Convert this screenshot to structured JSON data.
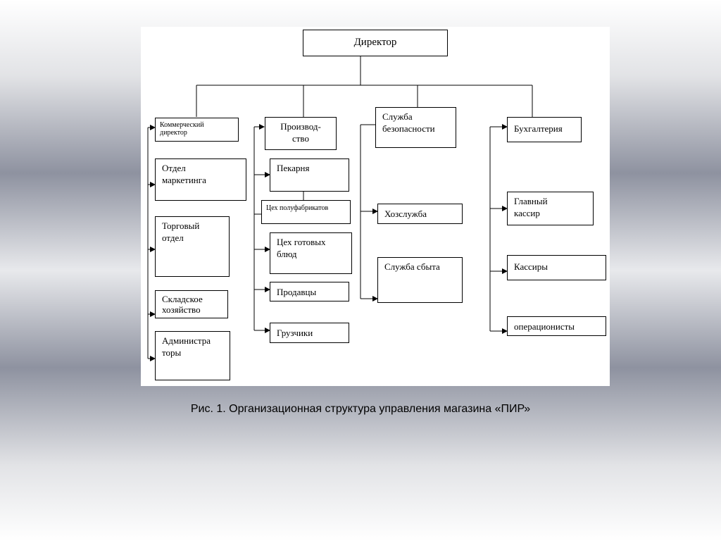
{
  "diagram": {
    "director": "Директор",
    "columns": [
      {
        "head": "Коммерческий\nдиректор",
        "items": [
          "Отдел\nмаркетинга",
          "Торговый\nотдел",
          "Складское\nхозяйство",
          "Администра\nторы"
        ]
      },
      {
        "head": "Производ-\nство",
        "items": [
          "Пекарня",
          "Цех полуфабрикатов",
          "Цех готовых\nблюд",
          "Продавцы",
          "Грузчики"
        ]
      },
      {
        "head": "Служба\nбезопасности",
        "items": [
          "Хозслужба",
          "Служба сбыта"
        ]
      },
      {
        "head": "Бухгалтерия",
        "items": [
          "Главный\nкассир",
          "Кассиры",
          "операционисты"
        ]
      }
    ]
  },
  "caption": "Рис. 1. Организационная структура управления магазина «ПИР»"
}
